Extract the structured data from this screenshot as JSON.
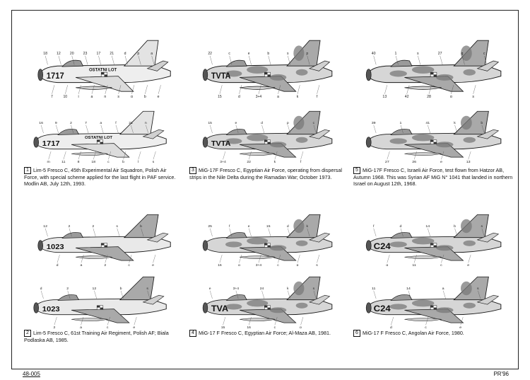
{
  "sheet_code": "48-005",
  "sheet_tag": "PR'96",
  "captions": [
    {
      "num": "1",
      "text": "Lim-5 Fresco C, 45th Experimental Air Squadron, Polish Air Force, with special scheme applied for the last flight in PAF service. Modlin AB, July 12th, 1993."
    },
    {
      "num": "3",
      "text": "MiG-17F Fresco C, Egyptian Air Force, operating from dispersal strips in the Nile Delta during the Ramadan War; October 1973."
    },
    {
      "num": "5",
      "text": "MiG-17F Fresco C, Israeli Air Force, test flown from Hatzor AB, Autumn 1968. This was Syrian AF MiG N° 1041 that landed in northern Israel on August 12th, 1968."
    },
    {
      "num": "2",
      "text": "Lim-5 Fresco C, 61st Training Air Regiment, Polish AF; Biala Podlaska AB, 1985."
    },
    {
      "num": "4",
      "text": "MiG-17 F Fresco C, Egyptian Air Force; Al-Maza AB, 1981."
    },
    {
      "num": "6",
      "text": "MiG-17 F Fresco C, Angolan Air Force, 1980."
    }
  ],
  "aircraft": [
    {
      "id": "p1a",
      "serial": "1717",
      "markings": "OSTATNI LOT"
    },
    {
      "id": "p1b",
      "serial": "1717",
      "markings": "OSTATNI LOT"
    },
    {
      "id": "p3a",
      "serial": "TVTA"
    },
    {
      "id": "p3b",
      "serial": "TVTA"
    },
    {
      "id": "p5a",
      "serial": ""
    },
    {
      "id": "p5b",
      "serial": ""
    },
    {
      "id": "p2a",
      "serial": "1023"
    },
    {
      "id": "p2b",
      "serial": "1023"
    },
    {
      "id": "p4a",
      "serial": ""
    },
    {
      "id": "p4b",
      "serial": "TVA"
    },
    {
      "id": "p6a",
      "serial": "C24"
    },
    {
      "id": "p6b",
      "serial": "C24"
    }
  ],
  "callouts": {
    "p1a": [
      "18",
      "7",
      "12",
      "10",
      "20",
      "j",
      "23",
      "a",
      "17",
      "n",
      "21",
      "s",
      "d",
      "g",
      "p",
      "b",
      "a",
      "e"
    ],
    "p1b": [
      "16",
      "m",
      "9",
      "11",
      "2",
      "8",
      "7",
      "18",
      "a",
      "c",
      "f",
      "b",
      "21",
      "l",
      "n",
      "s"
    ],
    "p3a": [
      "22",
      "15",
      "c",
      "d",
      "e",
      "3+4",
      "b",
      "a",
      "s",
      "k",
      "p",
      "f"
    ],
    "p3b": [
      "15",
      "3+4",
      "e",
      "22",
      "d",
      "k",
      "p",
      "f",
      "c"
    ],
    "p5a": [
      "40",
      "13",
      "1",
      "42",
      "s",
      "28",
      "27",
      "g",
      "q",
      "s",
      "c"
    ],
    "p5b": [
      "39",
      "27",
      "1",
      "26",
      "41",
      "e",
      "k",
      "13",
      "b"
    ],
    "p2a": [
      "12",
      "d",
      "2",
      "a",
      "2",
      "2",
      "s",
      "c",
      "b",
      "e"
    ],
    "p2b": [
      "d",
      "2",
      "2",
      "a",
      "12",
      "c",
      "b",
      "e",
      "s"
    ],
    "p4a": [
      "25",
      "16",
      "f",
      "g",
      "e",
      "3+4",
      "15",
      "c",
      "d",
      "p",
      "k",
      "s"
    ],
    "p4b": [
      "e",
      "15",
      "3+4",
      "16",
      "24",
      "c",
      "k",
      "p",
      "s"
    ],
    "p6a": [
      "f",
      "g",
      "d",
      "11",
      "14",
      "c",
      "b",
      "e",
      "s"
    ],
    "p6b": [
      "11",
      "d",
      "14",
      "c",
      "a",
      "e",
      "s"
    ]
  },
  "colors": {
    "camo_dark": "#7a7a7a",
    "camo_mid": "#a9a9a9",
    "camo_light": "#d6d6d6",
    "line": "#1a1a1a"
  }
}
